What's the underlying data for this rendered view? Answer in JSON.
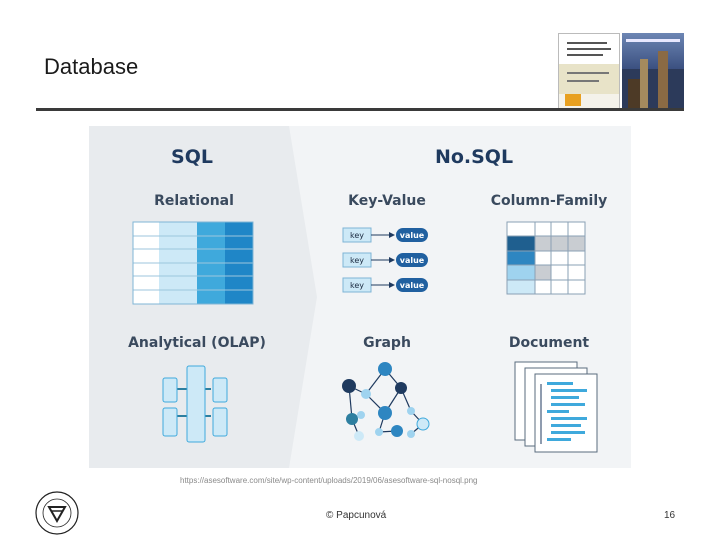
{
  "slide": {
    "title": "Database",
    "source_url": "https://asesoftware.com/site/wp-content/uploads/2019/06/asesoftware-sql-nosql.png",
    "footer": "© Papcunová",
    "page_number": "16"
  },
  "diagram": {
    "sql_header": "SQL",
    "nosql_header": "No.SQL",
    "relational": "Relational",
    "key_value": "Key-Value",
    "column_family": "Column-Family",
    "analytical": "Analytical (OLAP)",
    "graph": "Graph",
    "document": "Document",
    "kv_rows": [
      {
        "key": "key",
        "value": "value"
      },
      {
        "key": "key",
        "value": "value"
      },
      {
        "key": "key",
        "value": "value"
      }
    ]
  },
  "colors": {
    "accent_blue": "#1f86c7",
    "light_blue": "#9fd3ef",
    "navy": "#1f3a5f",
    "teal": "#2e7fa0"
  }
}
